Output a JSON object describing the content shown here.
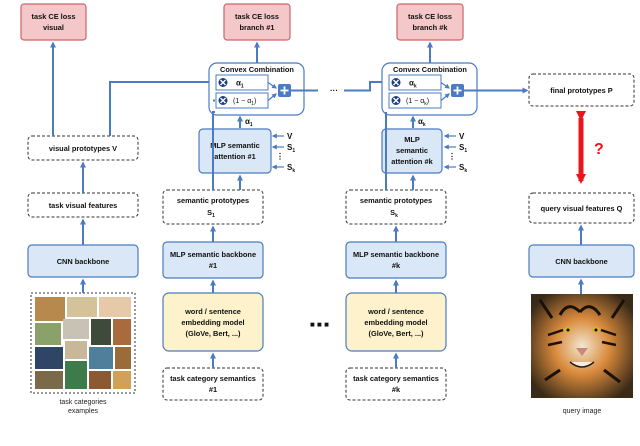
{
  "labels": {
    "loss_visual": [
      "task CE loss",
      "visual"
    ],
    "loss_branch1": [
      "task CE loss",
      "branch #1"
    ],
    "loss_branchk": [
      "task CE loss",
      "branch #k"
    ],
    "visual_prototypes": "visual prototypes V",
    "task_visual_features": "task visual features",
    "cnn_backbone_left": "CNN backbone",
    "task_categories_caption": [
      "task categories",
      "examples"
    ],
    "convex_combination_1": "Convex Combination",
    "convex_combination_k": "Convex Combination",
    "alpha_1": "α",
    "alpha_1_sub": "1",
    "one_minus_alpha_1": "(1 − α",
    "one_minus_alpha_1_sub": "1",
    "alpha_k": "α",
    "alpha_k_sub": "k",
    "one_minus_alpha_k": "(1 − α",
    "one_minus_alpha_k_sub": "k",
    "mlp_attention_1": [
      "MLP semantic",
      "attention #1"
    ],
    "mlp_attention_k": [
      "MLP",
      "semantic",
      "attention #k"
    ],
    "input_v": "V",
    "input_s": "S",
    "input_s1_sub": "1",
    "input_sk_sub": "k",
    "semantic_prototypes_1": "semantic prototypes",
    "semantic_prototypes_1_sym": "S",
    "semantic_prototypes_1_sub": "1",
    "semantic_prototypes_k": "semantic prototypes",
    "semantic_prototypes_k_sym": "S",
    "semantic_prototypes_k_sub": "k",
    "mlp_backbone_1": [
      "MLP semantic backbone",
      "#1"
    ],
    "mlp_backbone_k": [
      "MLP semantic backbone",
      "#k"
    ],
    "embedding_model_1": [
      "word / sentence",
      "embedding model",
      "(GloVe, Bert, ...)"
    ],
    "embedding_model_k": [
      "word / sentence",
      "embedding model",
      "(GloVe, Bert, ...)"
    ],
    "task_semantics_1": [
      "task category semantics",
      "#1"
    ],
    "task_semantics_k": [
      "task category semantics",
      "#k"
    ],
    "final_prototypes": "final prototypes P",
    "question_mark": "?",
    "query_visual_features": "query visual features Q",
    "cnn_backbone_right": "CNN backbone",
    "query_image_caption": "query image",
    "ellipsis_top": "···",
    "ellipsis_middle": "■ ■ ■"
  },
  "colors": {
    "loss_fill": "#f4c7c9",
    "loss_stroke": "#c9656b",
    "blue_fill": "#dae7f6",
    "blue_stroke": "#4a7bc4",
    "yellow_fill": "#fdf2cc",
    "yellow_stroke": "#4a7bc4",
    "arrow": "#4a7bc4",
    "red_arrow": "#e8151b",
    "dark_block": "#1f3f7a"
  },
  "icons": {
    "multiply": "x-circle-icon",
    "add": "plus-square-icon",
    "task_images": "image-grid",
    "query_image": "tiger-photo"
  }
}
